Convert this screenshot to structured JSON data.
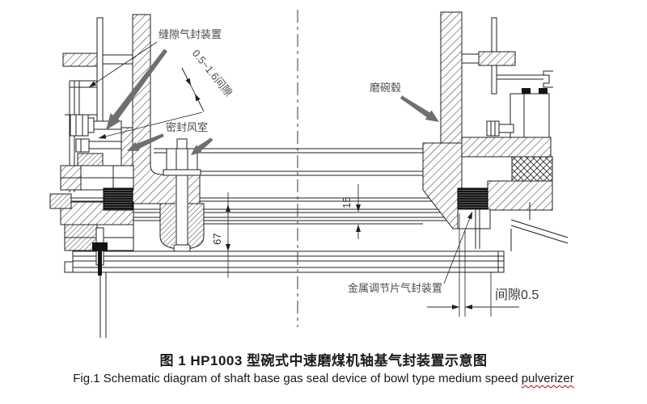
{
  "drawing": {
    "labels": {
      "gap_seal_device": "缝隙气封装置",
      "gap_range": "0.5~1.6间隙",
      "seal_air_chamber": "密封风室",
      "bowl_hub": "磨碗毂",
      "metal_strip_seal_device": "金属调节片气封装置",
      "gap_value": "间隙0.5",
      "dim_15": "15",
      "dim_67": "67"
    },
    "colors": {
      "line": "#1f1f1f",
      "label_text": "#4d4d4d",
      "thick_arrow": "#6f6f6f",
      "spellcheck_underline": "#c00000"
    }
  },
  "caption": {
    "zh": "图 1 HP1003 型碗式中速磨煤机轴基气封装置示意图",
    "en_main": "Fig.1 Schematic diagram of shaft base gas seal device of bowl type medium speed ",
    "en_underlined": "pulverizer"
  }
}
